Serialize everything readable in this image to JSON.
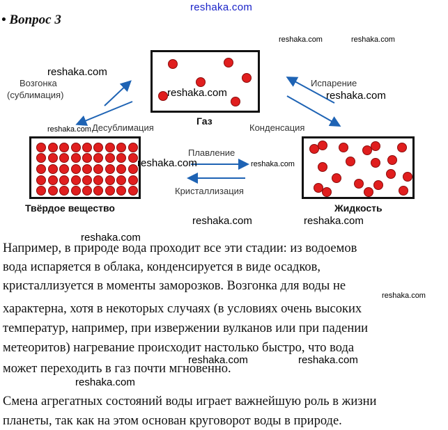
{
  "watermarks": {
    "top": "reshaka.com",
    "generic": "reshaka.com"
  },
  "heading": "• Вопрос 3",
  "diagram": {
    "states": {
      "gas": "Газ",
      "solid": "Твёрдое вещество",
      "liquid": "Жидкость"
    },
    "transitions": {
      "sublimation_line1": "Возгонка",
      "sublimation_line2": "(сублимация)",
      "desublimation": "Десублимация",
      "evaporation": "Испарение",
      "condensation": "Конденсация",
      "melting": "Плавление",
      "crystallization": "Кристаллизация"
    },
    "colors": {
      "particle": "#e01e1e",
      "arrow": "#1e63b4"
    }
  },
  "paragraph1": [
    "Например, в природе вода проходит все эти стадии: из водоемов",
    "вода испаряется в облака, конденсируется в виде осадков,",
    "кристаллизуется в моменты заморозков. Возгонка для воды не",
    "характерна, хотя в некоторых случаях (в условиях очень высоких",
    "температур, например, при извержении вулканов или при падении",
    "метеоритов) нагревание происходит настолько быстро, что вода",
    "может переходить в газ почти мгновенно."
  ],
  "paragraph2": [
    "Смена агрегатных состояний воды играет важнейшую роль в жизни",
    "планеты, так как на этом основан круговорот воды в природе."
  ]
}
